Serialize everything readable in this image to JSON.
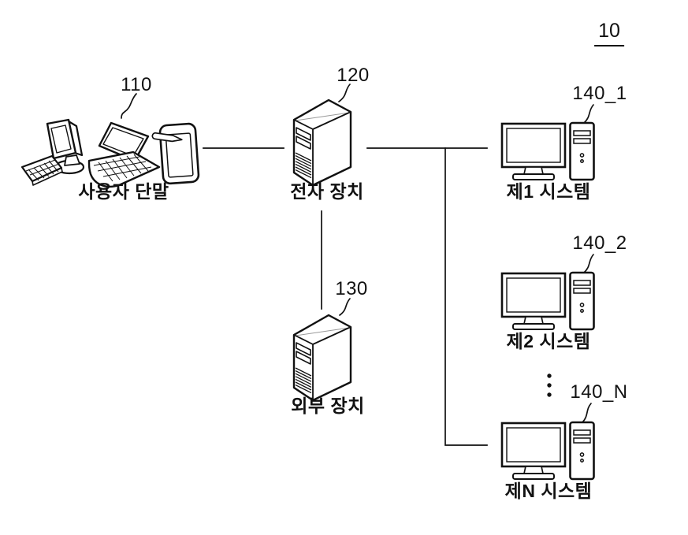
{
  "figure": {
    "figure_ref": "10",
    "nodes": {
      "user_terminal": {
        "ref": "110",
        "label": "사용자 단말"
      },
      "electronic_device": {
        "ref": "120",
        "label": "전자 장치"
      },
      "external_device": {
        "ref": "130",
        "label": "외부 장치"
      },
      "system_1": {
        "ref": "140_1",
        "label": "제1 시스템"
      },
      "system_2": {
        "ref": "140_2",
        "label": "제2 시스템"
      },
      "system_n": {
        "ref": "140_N",
        "label": "제N 시스템"
      }
    },
    "ellipsis_between_systems": "⋮",
    "connections": [
      "user_terminal — electronic_device",
      "electronic_device — system_1 (bus)",
      "electronic_device — system_n (bus)",
      "electronic_device — external_device"
    ],
    "icons": {
      "user_terminal": [
        "desktop-computer-icon",
        "laptop-icon",
        "tablet-stylus-icon"
      ],
      "electronic_device": "server-tower-icon",
      "external_device": "server-tower-icon",
      "systems": "monitor-and-pc-tower-icon"
    },
    "colors": {
      "line": "#111111",
      "background": "#ffffff"
    }
  }
}
